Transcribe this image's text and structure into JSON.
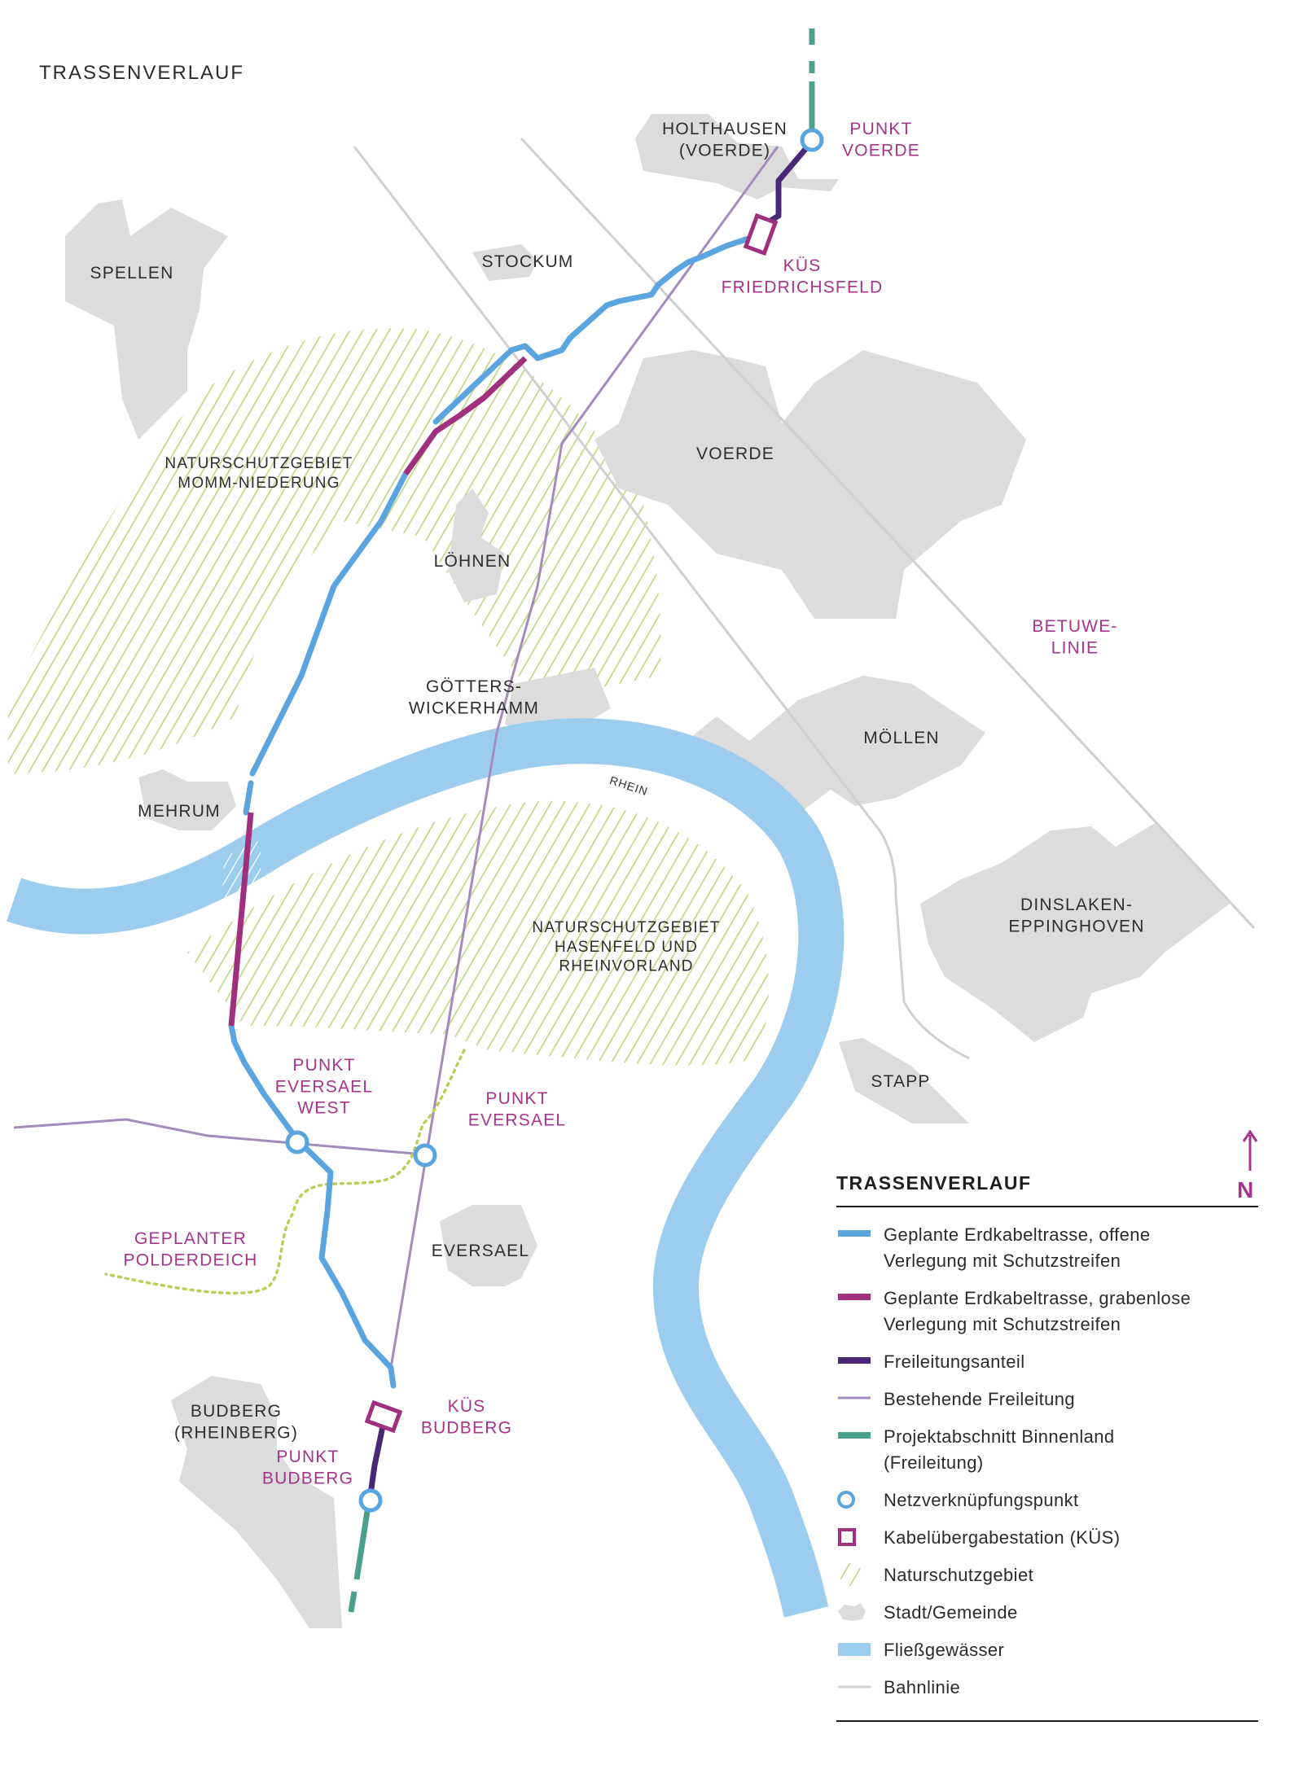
{
  "page_title": "TRASSENVERLAUF",
  "towns": {
    "holthausen": "HOLTHAUSEN\n(VOERDE)",
    "spellen": "SPELLEN",
    "stockum": "STOCKUM",
    "voerde": "VOERDE",
    "loehnen": "LÖHNEN",
    "goetters": "GÖTTERS-\nWICKERHAMM",
    "moellen": "MÖLLEN",
    "mehrum": "MEHRUM",
    "dinslaken": "DINSLAKEN-\nEPPINGHOVEN",
    "stapp": "STAPP",
    "eversael": "EVERSAEL",
    "budberg": "BUDBERG\n(RHEINBERG)"
  },
  "areas": {
    "momm": "NATURSCHUTZGEBIET\nMOMM-NIEDERUNG",
    "hasenfeld": "NATURSCHUTZGEBIET\nHASENFELD UND\nRHEINVORLAND"
  },
  "river_label": "RHEIN",
  "points": {
    "voerde": "PUNKT\nVOERDE",
    "kues_friedrichsfeld": "KÜS\nFRIEDRICHSFELD",
    "eversael_west": "PUNKT\nEVERSAEL\nWEST",
    "eversael": "PUNKT\nEVERSAEL",
    "kues_budberg": "KÜS\nBUDBERG",
    "budberg": "PUNKT\nBUDBERG",
    "polderdeich": "GEPLANTER\nPOLDERDEICH",
    "betuwe": "BETUWE-\nLINIE"
  },
  "north": "N",
  "colors": {
    "open_cable": "#5aa5df",
    "trenchless": "#a0307e",
    "overhead_part": "#4a2878",
    "existing_overhead": "#a48bbe",
    "inland": "#4aa08c",
    "protected": "#c3d88a",
    "town": "#dcdcdc",
    "water": "#9ccdee",
    "rail": "#d0d0d0"
  },
  "legend": {
    "title": "TRASSENVERLAUF",
    "items": [
      {
        "icon": "open-cable-line-icon",
        "text": "Geplante Erdkabeltrasse, offene\nVerlegung mit Schutzstreifen"
      },
      {
        "icon": "trenchless-cable-line-icon",
        "text": "Geplante Erdkabeltrasse, grabenlose\nVerlegung mit Schutzstreifen"
      },
      {
        "icon": "overhead-part-line-icon",
        "text": "Freileitungsanteil"
      },
      {
        "icon": "existing-overhead-line-icon",
        "text": "Bestehende Freileitung"
      },
      {
        "icon": "inland-section-line-icon",
        "text": "Projektabschnitt Binnenland\n(Freileitung)"
      },
      {
        "icon": "grid-connection-point-icon",
        "text": "Netzverknüpfungspunkt"
      },
      {
        "icon": "cable-transfer-station-icon",
        "text": "Kabelübergabestation (KÜS)"
      },
      {
        "icon": "nature-reserve-icon",
        "text": "Naturschutzgebiet"
      },
      {
        "icon": "town-icon",
        "text": "Stadt/Gemeinde"
      },
      {
        "icon": "waterway-icon",
        "text": "Fließgewässer"
      },
      {
        "icon": "railway-icon",
        "text": "Bahnlinie"
      }
    ]
  }
}
